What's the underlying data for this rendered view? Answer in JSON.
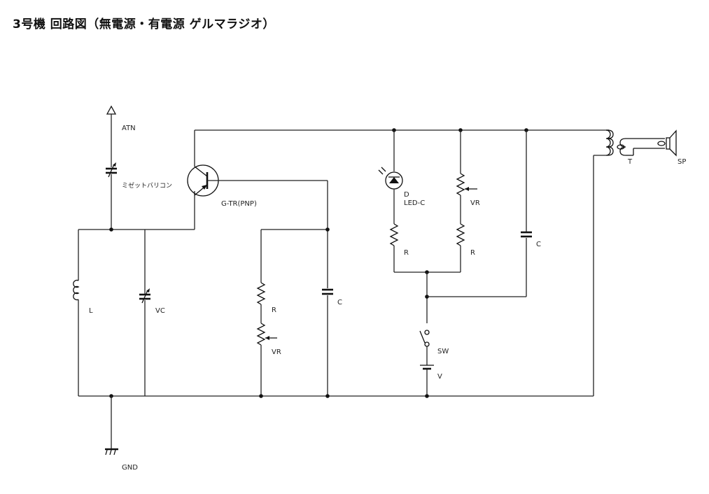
{
  "title": "3号機 回路図（無電源・有電源 ゲルマラジオ）",
  "labels": {
    "atn": "ATN",
    "midget_varicon": "ミゼットバリコン",
    "transistor": "G-TR(PNP)",
    "coil": "L",
    "vc": "VC",
    "r_left": "R",
    "vr_left": "VR",
    "c_mid": "C",
    "led_d": "D",
    "led_type": "LED-C",
    "r_led": "R",
    "vr_right": "VR",
    "r_right": "R",
    "c_right": "C",
    "switch": "SW",
    "battery": "V",
    "transformer": "T",
    "speaker": "SP",
    "ground": "GND"
  }
}
